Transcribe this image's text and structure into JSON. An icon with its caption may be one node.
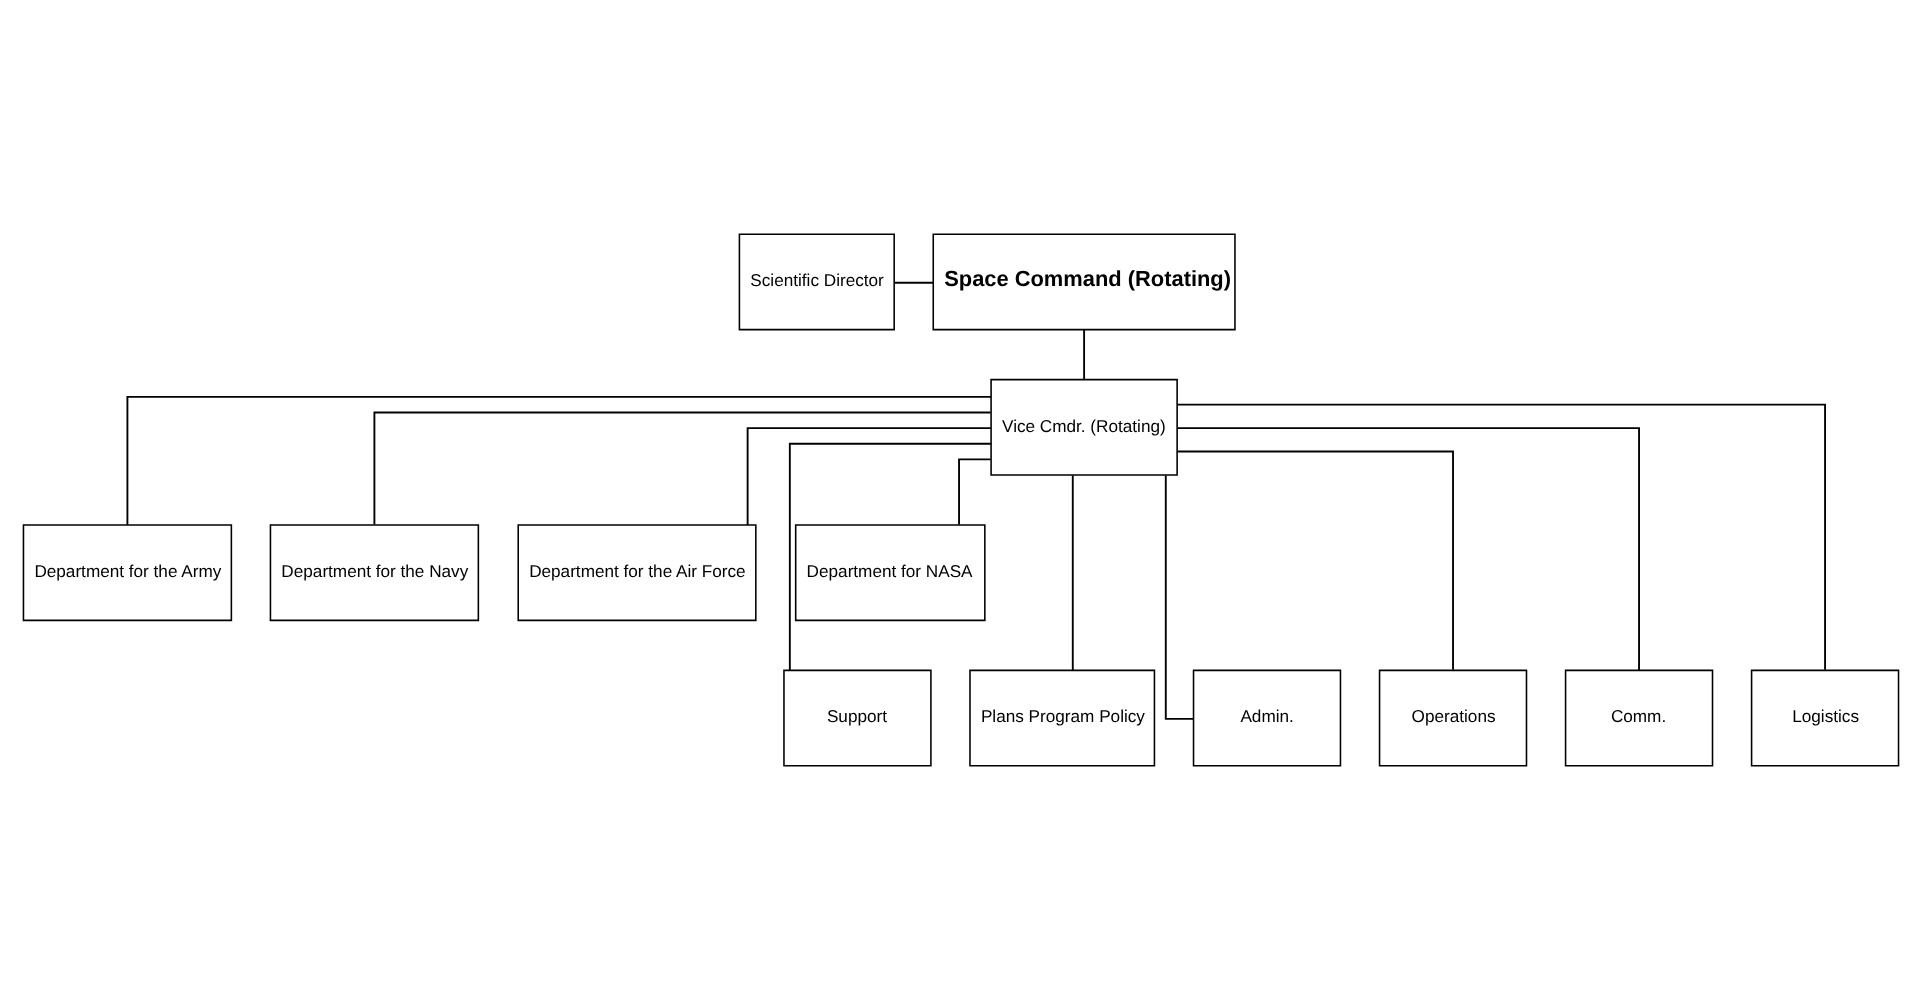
{
  "diagram": {
    "nodes": [
      {
        "text": [
          "Scientific Director"
        ]
      },
      {
        "text": [
          "Space Command (Rotating)"
        ]
      },
      {
        "text": [
          "Vice Cmdr. (Rotating)"
        ]
      },
      {
        "text": [
          "Department for the Army"
        ]
      },
      {
        "text": [
          "Department for the Navy"
        ]
      },
      {
        "text": [
          "Department for the Air Force"
        ]
      },
      {
        "text": [
          "Department for NASA"
        ]
      },
      {
        "text": [
          "Support"
        ]
      },
      {
        "text": [
          "Plans Program Policy"
        ]
      },
      {
        "text": [
          "Admin."
        ]
      },
      {
        "text": [
          "Operations"
        ]
      },
      {
        "text": [
          "Comm."
        ]
      },
      {
        "text": [
          "Logistics"
        ]
      }
    ],
    "edges": [
      {
        "from": 0,
        "to": 1,
        "arrow": "none"
      },
      {
        "from": 1,
        "to": 2,
        "arrow": "none"
      },
      {
        "from": 2,
        "to": 3,
        "arrow": "none"
      },
      {
        "from": 2,
        "to": 4,
        "arrow": "none"
      },
      {
        "from": 2,
        "to": 5,
        "arrow": "none"
      },
      {
        "from": 2,
        "to": 6,
        "arrow": "none"
      },
      {
        "from": 2,
        "to": 7,
        "arrow": "none"
      },
      {
        "from": 2,
        "to": 8,
        "arrow": "none"
      },
      {
        "from": 2,
        "to": 9,
        "arrow": "none"
      },
      {
        "from": 2,
        "to": 10,
        "arrow": "none"
      },
      {
        "from": 2,
        "to": 11,
        "arrow": "none"
      },
      {
        "from": 2,
        "to": 12,
        "arrow": "none"
      }
    ]
  }
}
